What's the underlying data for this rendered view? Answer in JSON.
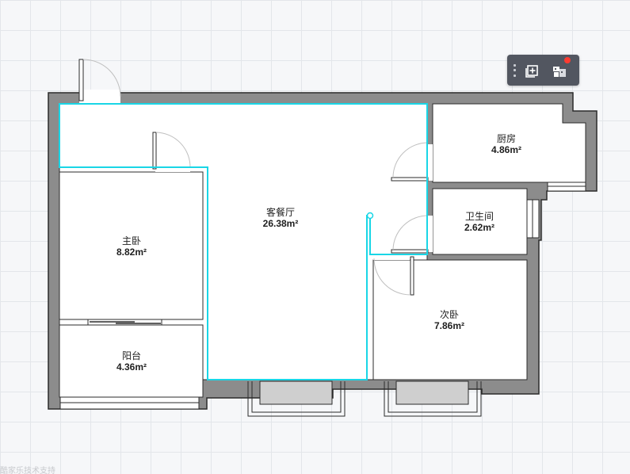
{
  "rooms": {
    "living": {
      "name": "客餐厅",
      "area": "26.38m²"
    },
    "master_bedroom": {
      "name": "主卧",
      "area": "8.82m²"
    },
    "balcony": {
      "name": "阳台",
      "area": "4.36m²"
    },
    "kitchen": {
      "name": "厨房",
      "area": "4.86m²"
    },
    "bathroom": {
      "name": "卫生间",
      "area": "2.62m²"
    },
    "second_bedroom": {
      "name": "次卧",
      "area": "7.86m²"
    }
  },
  "toolbar": {
    "items": [
      {
        "icon": "add-layer-icon"
      },
      {
        "icon": "layout-view-icon",
        "badge": true
      }
    ]
  },
  "watermark": "酷家乐技术支持",
  "colors": {
    "wall": "#8c8c8c",
    "wall_outline": "#2b2b2b",
    "room_fill": "#ffffff",
    "selection": "#19d6e6",
    "grid": "#e3e6ea",
    "toolbar_bg": "#525660",
    "badge": "#ff3b30",
    "window_fill": "#cfcfcf"
  }
}
